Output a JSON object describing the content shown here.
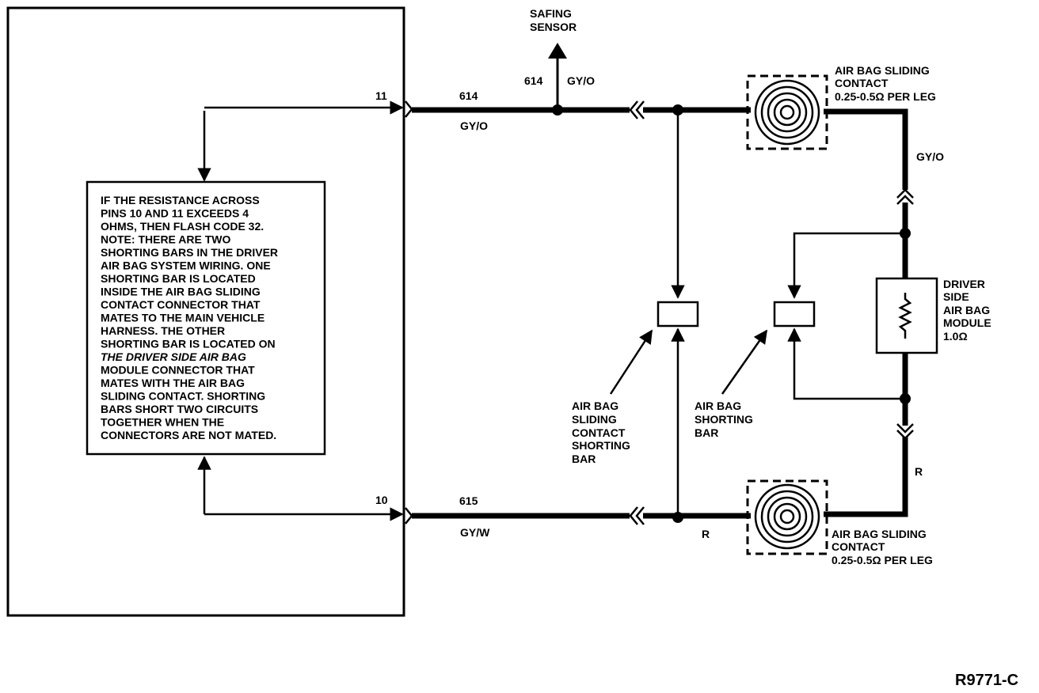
{
  "labels": {
    "safing_sensor_1": "SAFING",
    "safing_sensor_2": "SENSOR",
    "pin_11": "11",
    "pin_10": "10",
    "wire_614_a": "614",
    "wire_614_b": "614",
    "gy_o_branch": "GY/O",
    "gy_o_left": "GY/O",
    "gy_o_right": "GY/O",
    "wire_615": "615",
    "gy_w": "GY/W",
    "r_bottom": "R",
    "r_right": "R",
    "sliding_top_1": "AIR BAG SLIDING",
    "sliding_top_2": "CONTACT",
    "sliding_top_3": "0.25-0.5Ω PER LEG",
    "sliding_bot_1": "AIR BAG SLIDING",
    "sliding_bot_2": "CONTACT",
    "sliding_bot_3": "0.25-0.5Ω PER LEG",
    "module_1": "DRIVER",
    "module_2": "SIDE",
    "module_3": "AIR BAG",
    "module_4": "MODULE",
    "module_5": "1.0Ω",
    "sc_bar_1": "AIR BAG",
    "sc_bar_2": "SLIDING",
    "sc_bar_3": "CONTACT",
    "sc_bar_4": "SHORTING",
    "sc_bar_5": "BAR",
    "ab_bar_1": "AIR BAG",
    "ab_bar_2": "SHORTING",
    "ab_bar_3": "BAR",
    "figure_ref": "R9771-C"
  },
  "note_lines": [
    "IF THE RESISTANCE ACROSS",
    "PINS 10 AND 11 EXCEEDS 4",
    "OHMS, THEN FLASH CODE 32.",
    "NOTE: THERE ARE TWO",
    "SHORTING BARS IN THE DRIVER",
    "AIR BAG SYSTEM WIRING. ONE",
    "SHORTING BAR IS LOCATED",
    "INSIDE THE AIR BAG SLIDING",
    "CONTACT CONNECTOR THAT",
    "MATES TO THE MAIN VEHICLE",
    "HARNESS. THE OTHER",
    "SHORTING BAR IS LOCATED ON",
    "THE DRIVER SIDE AIR BAG",
    "MODULE CONNECTOR THAT",
    "MATES WITH THE AIR BAG",
    "SLIDING CONTACT. SHORTING",
    "BARS SHORT TWO CIRCUITS",
    "TOGETHER WHEN THE",
    "CONNECTORS ARE NOT MATED."
  ]
}
